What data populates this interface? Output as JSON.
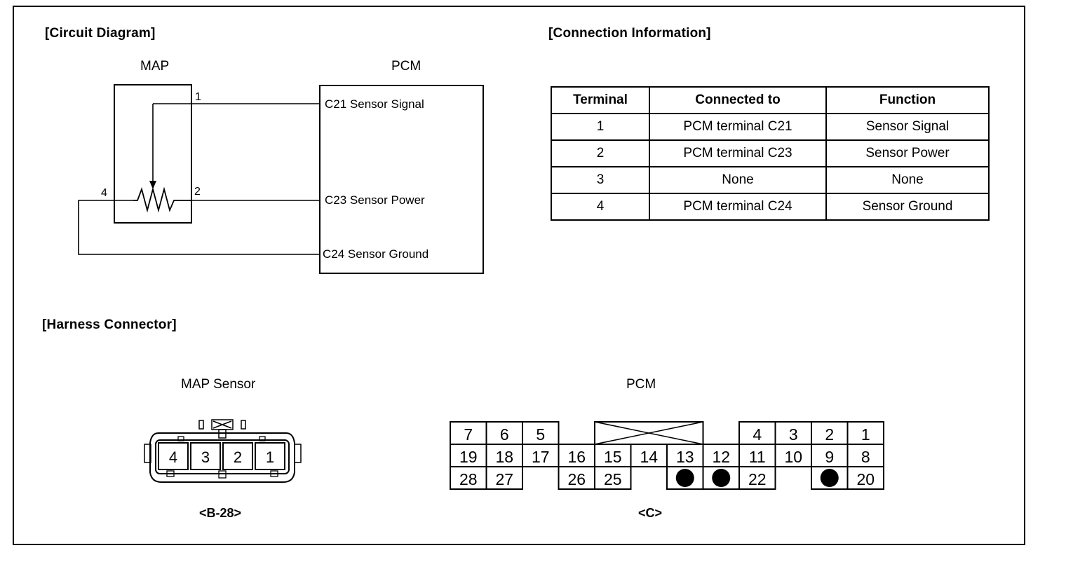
{
  "sections": {
    "circuit_title": "[Circuit Diagram]",
    "connection_title": "[Connection Information]",
    "harness_title": "[Harness Connector]"
  },
  "circuit": {
    "map_label": "MAP",
    "pcm_label": "PCM",
    "map_pins": [
      "1",
      "2",
      "4"
    ],
    "pcm_terminals": [
      "C21 Sensor Signal",
      "C23 Sensor Power",
      "C24 Sensor Ground"
    ]
  },
  "connection_table": {
    "headers": [
      "Terminal",
      "Connected to",
      "Function"
    ],
    "rows": [
      [
        "1",
        "PCM terminal C21",
        "Sensor Signal"
      ],
      [
        "2",
        "PCM terminal C23",
        "Sensor Power"
      ],
      [
        "3",
        "None",
        "None"
      ],
      [
        "4",
        "PCM terminal  C24",
        "Sensor Ground"
      ]
    ]
  },
  "harness": {
    "map_sensor_label": "MAP Sensor",
    "map_pins": [
      "4",
      "3",
      "2",
      "1"
    ],
    "map_code": "<B-28>",
    "pcm_label": "PCM",
    "pcm_code": "<C>",
    "pcm_row1": [
      "7",
      "6",
      "5",
      "",
      "X",
      "",
      "",
      "4",
      "3",
      "2",
      "1"
    ],
    "pcm_row2": [
      "19",
      "18",
      "17",
      "16",
      "15",
      "14",
      "13",
      "12",
      "11",
      "10",
      "9",
      "8"
    ],
    "pcm_row3": [
      "28",
      "27",
      "",
      "26",
      "25",
      "",
      "●",
      "●",
      "22",
      "",
      "●",
      "20"
    ]
  }
}
